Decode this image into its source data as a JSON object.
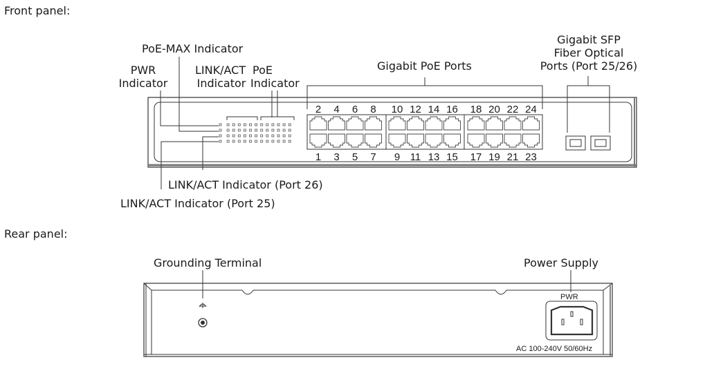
{
  "sections": {
    "front_title": "Front panel:",
    "rear_title": "Rear panel:"
  },
  "front": {
    "poe_max_label": "PoE-MAX Indicator",
    "pwr_label_line1": "PWR",
    "pwr_label_line2": "Indicator",
    "linkact_label_line1": "LINK/ACT",
    "linkact_label_line2": "Indicator",
    "poe_label_line1": "PoE",
    "poe_label_line2": "Indicator",
    "gigabit_poe_ports_label": "Gigabit PoE Ports",
    "sfp_label_line1": "Gigabit SFP",
    "sfp_label_line2": "Fiber Optical",
    "sfp_label_line3": "Ports (Port 25/26)",
    "linkact_port26_label": "LINK/ACT Indicator (Port 26)",
    "linkact_port25_label": "LINK/ACT Indicator (Port 25)",
    "top_port_numbers": [
      "2",
      "4",
      "6",
      "8",
      "10",
      "12",
      "14",
      "16",
      "18",
      "20",
      "22",
      "24"
    ],
    "bottom_port_numbers": [
      "1",
      "3",
      "5",
      "7",
      "9",
      "11",
      "13",
      "15",
      "17",
      "19",
      "21",
      "23"
    ],
    "port_group_size": 4,
    "led_rows": 4,
    "led_cols": 13
  },
  "rear": {
    "grounding_label": "Grounding Terminal",
    "power_supply_label": "Power Supply",
    "pwr_text": "PWR",
    "ac_text": "AC 100-240V 50/60Hz"
  }
}
